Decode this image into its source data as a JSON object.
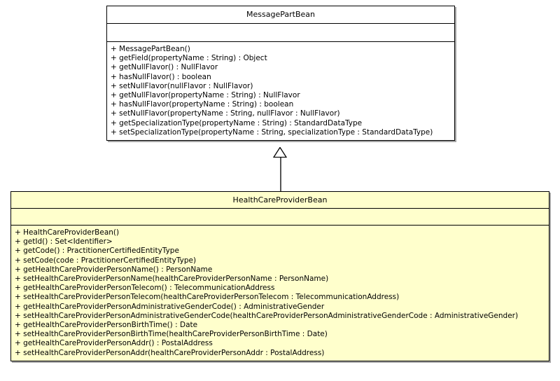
{
  "diagram": {
    "type": "uml-class-diagram",
    "background_color": "#ffffff",
    "relationship": {
      "kind": "generalization",
      "label": "inheritance",
      "from": "HealthCareProviderBean",
      "to": "MessagePartBean"
    }
  },
  "classes": [
    {
      "id": "message-part-bean",
      "name": "MessagePartBean",
      "fill_color": "#ffffff",
      "border_color": "#000000",
      "attributes": [],
      "operations": [
        "+ MessagePartBean()",
        "+ getField(propertyName : String) : Object",
        "+ getNullFlavor() : NullFlavor",
        "+ hasNullFlavor() : boolean",
        "+ setNullFlavor(nullFlavor : NullFlavor)",
        "+ getNullFlavor(propertyName : String) : NullFlavor",
        "+ hasNullFlavor(propertyName : String) : boolean",
        "+ setNullFlavor(propertyName : String, nullFlavor : NullFlavor)",
        "+ getSpecializationType(propertyName : String) : StandardDataType",
        "+ setSpecializationType(propertyName : String, specializationType : StandardDataType)"
      ]
    },
    {
      "id": "health-care-provider-bean",
      "name": "HealthCareProviderBean",
      "fill_color": "#ffffcc",
      "border_color": "#000000",
      "attributes": [],
      "operations": [
        "+ HealthCareProviderBean()",
        "+ getId() : Set<Identifier>",
        "+ getCode() : PractitionerCertifiedEntityType",
        "+ setCode(code : PractitionerCertifiedEntityType)",
        "+ getHealthCareProviderPersonName() : PersonName",
        "+ setHealthCareProviderPersonName(healthCareProviderPersonName : PersonName)",
        "+ getHealthCareProviderPersonTelecom() : TelecommunicationAddress",
        "+ setHealthCareProviderPersonTelecom(healthCareProviderPersonTelecom : TelecommunicationAddress)",
        "+ getHealthCareProviderPersonAdministrativeGenderCode() : AdministrativeGender",
        "+ setHealthCareProviderPersonAdministrativeGenderCode(healthCareProviderPersonAdministrativeGenderCode : AdministrativeGender)",
        "+ getHealthCareProviderPersonBirthTime() : Date",
        "+ setHealthCareProviderPersonBirthTime(healthCareProviderPersonBirthTime : Date)",
        "+ getHealthCareProviderPersonAddr() : PostalAddress",
        "+ setHealthCareProviderPersonAddr(healthCareProviderPersonAddr : PostalAddress)"
      ]
    }
  ]
}
